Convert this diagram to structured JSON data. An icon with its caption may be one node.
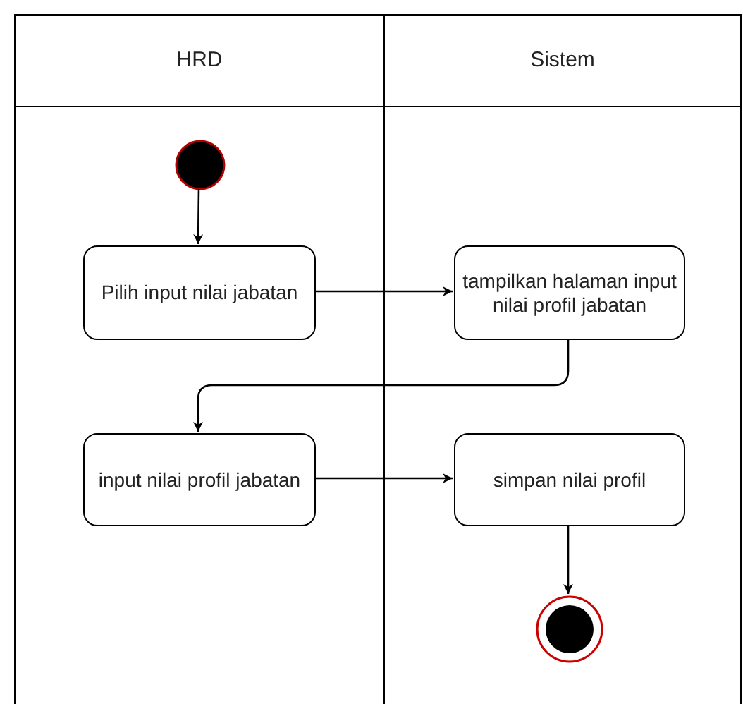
{
  "diagram": {
    "nodes": [
      {
        "text": [
          "HRD"
        ]
      },
      {
        "text": [
          "Sistem"
        ]
      },
      {
        "text": [],
        "shape": "circle",
        "in": 0
      },
      {
        "text": [
          "Pilih input nilai jabatan"
        ],
        "in": 0
      },
      {
        "text": [
          "tampilkan halaman input nilai profil jabatan"
        ],
        "in": 1
      },
      {
        "text": [
          "input nilai profil jabatan"
        ],
        "in": 0
      },
      {
        "text": [
          "simpan nilai profil"
        ],
        "in": 1
      },
      {
        "text": [],
        "shape": "end-circle",
        "in": 1
      }
    ],
    "edges": [
      {
        "from": 2,
        "to": 3,
        "arrow": "to"
      },
      {
        "from": 3,
        "to": 4,
        "arrow": "to"
      },
      {
        "from": 4,
        "to": 5,
        "arrow": "to"
      },
      {
        "from": 5,
        "to": 6,
        "arrow": "to"
      },
      {
        "from": 6,
        "to": 7,
        "arrow": "to"
      }
    ]
  }
}
